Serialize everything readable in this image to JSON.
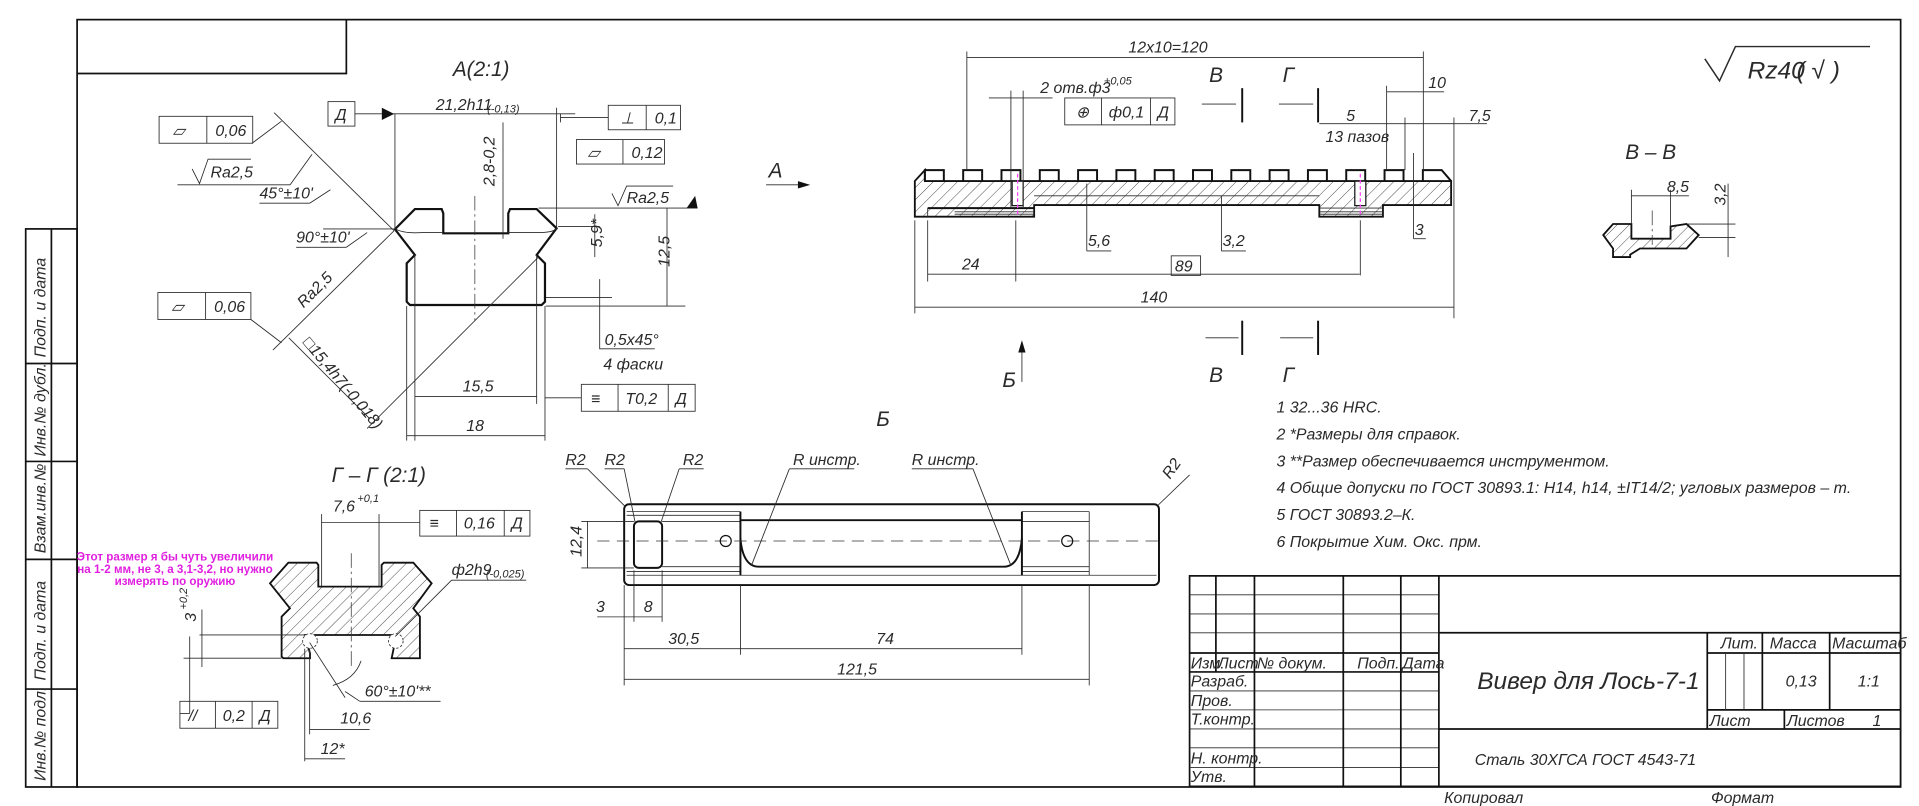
{
  "colors": {
    "line": "#111111",
    "annotation": "#e020e0",
    "hole_center": "#ff40ff"
  },
  "side_strip": [
    "Подп. и дата",
    "Инв.№ дубл.",
    "Взам.инв.№",
    "Подп. и дата",
    "Инв.№ подл."
  ],
  "roughness_general": {
    "value": "Rz40",
    "bracket": "( √ )"
  },
  "view_main": {
    "pitch_dim": "12x10=120",
    "holes_label": "2 отв.ф3",
    "holes_tol": "+0,05",
    "fcf": {
      "symbol": "⊕",
      "value": "ф0,1",
      "datum": "Д"
    },
    "dim_10": "10",
    "dim_5": "5",
    "grooves": "13 пазов",
    "dim_7_5": "7,5",
    "dim_5_6": "5,6",
    "dim_3_2": "3,2",
    "dim_89": "89",
    "dim_3": "3",
    "dim_24": "24",
    "dim_140": "140",
    "view_arrow_a": "A",
    "cut_b_top": "В",
    "cut_g_top": "Г",
    "cut_b_bottom": "В",
    "cut_g_bottom": "Г",
    "view_arrow_b": "Б"
  },
  "view_vv": {
    "title": "В – В",
    "dim_8_5": "8,5",
    "dim_3_2": "3,2"
  },
  "view_a": {
    "title": "A(2:1)",
    "datum": "Д",
    "width_dim": "21,2h11",
    "width_tol": "(-0,13)",
    "depth_dim": "2,8-0,2",
    "fcf_perp": {
      "symbol": "⊥",
      "value": "0,1"
    },
    "fcf_flat_top": {
      "symbol": "▱",
      "value": "0,12"
    },
    "roughness_right": "Ra2,5",
    "fcf_flat_left_top": {
      "symbol": "▱",
      "value": "0,06"
    },
    "roughness_left": "Ra2,5",
    "angle_45": "45°±10'",
    "angle_90": "90°±10'",
    "fcf_flat_left_bottom": {
      "symbol": "▱",
      "value": "0,06"
    },
    "roughness_diag": "Ra2,5",
    "square_dim": "□15,4h7(-0,018)",
    "dim_5_9": "5,9*",
    "dim_12_5": "12,5",
    "chamfer": "0,5x45°",
    "chamfer_count": "4 фаски",
    "dim_15_5": "15,5",
    "dim_18": "18",
    "fcf_sym": {
      "symbol": "≡",
      "value": "T0,2",
      "datum": "Д"
    }
  },
  "view_gg": {
    "title": "Г – Г (2:1)",
    "dim_7_6": "7,6",
    "dim_7_6_tol": "+0,1",
    "fcf_sym": {
      "symbol": "≡",
      "value": "0,16",
      "datum": "Д"
    },
    "hole_dim": "ф2h9",
    "hole_tol": "(-0,025)",
    "dim_3": "3",
    "dim_3_tol": "+0,2",
    "angle_60": "60°±10'**",
    "dim_10_6": "10,6",
    "dim_12": "12*",
    "fcf_par": {
      "symbol": "//",
      "value": "0,2",
      "datum": "Д"
    }
  },
  "comment": [
    "Этот размер я бы чуть увеличили",
    "на 1-2 мм, не 3, а 3,1-3,2, но нужно",
    "измерять по оружию"
  ],
  "view_b": {
    "title": "Б",
    "r2_a": "R2",
    "r2_b": "R2",
    "r2_c": "R2",
    "r2_d": "R2",
    "r_tool_a": "R инстр.",
    "r_tool_b": "R инстр.",
    "dim_12_4": "12,4",
    "dim_3": "3",
    "dim_8": "8",
    "dim_30_5": "30,5",
    "dim_74": "74",
    "dim_121_5": "121,5"
  },
  "notes": [
    "1 32...36 HRC.",
    "2 *Размеры для справок.",
    "3 **Размер обеспечивается инструментом.",
    "4 Общие допуски по ГОСТ 30893.1: H14, h14, ±IT14/2; угловых размеров – m.",
    "5 ГОСТ 30893.2–К.",
    "6 Покрытие Хим. Окс. прм."
  ],
  "title_block": {
    "headers": [
      "Изм.",
      "Лист",
      "№ докум.",
      "Подп.",
      "Дата"
    ],
    "roles": [
      "Разраб.",
      "Пров.",
      "Т.контр.",
      "",
      "Н. контр.",
      "Утв."
    ],
    "name": "Вивер для Лось-7-1",
    "material": "Сталь 30ХГСА ГОСТ 4543-71",
    "lit_label": "Лит.",
    "mass_label": "Масса",
    "scale_label": "Масштаб",
    "mass": "0,13",
    "scale": "1:1",
    "sheet_label": "Лист",
    "sheets_label": "Листов",
    "sheets": "1",
    "copied": "Копировал",
    "format": "Формат"
  }
}
